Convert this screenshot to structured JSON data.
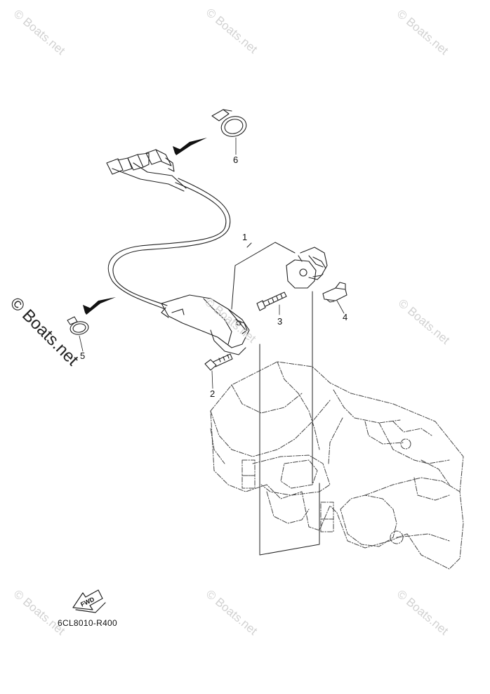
{
  "watermark": {
    "text": "© Boats.net",
    "prominent_text": "© Boats.net"
  },
  "callouts": [
    {
      "id": "1",
      "label": "1"
    },
    {
      "id": "2",
      "label": "2"
    },
    {
      "id": "3",
      "label": "3"
    },
    {
      "id": "4",
      "label": "4"
    },
    {
      "id": "5",
      "label": "5"
    },
    {
      "id": "6",
      "label": "6"
    }
  ],
  "fwd_label": "FWD",
  "diagram_code": "6CL8010-R400"
}
